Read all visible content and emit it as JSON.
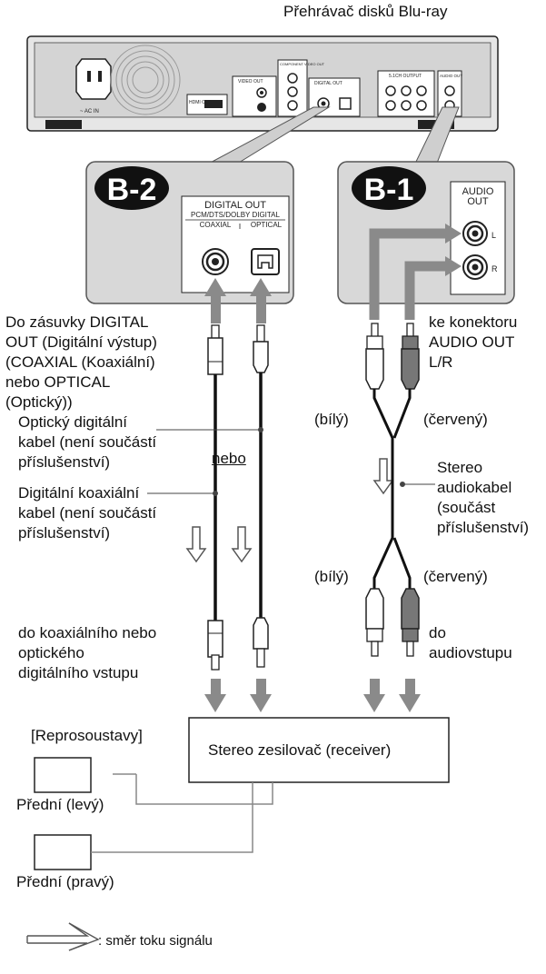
{
  "player": {
    "title": "Přehrávač disků Blu-ray",
    "ac_in": "~ AC IN",
    "hdmi": "HDMI OUT",
    "video_out": "VIDEO OUT",
    "component": "COMPONENT VIDEO OUT",
    "digital_out_small": "DIGITAL OUT",
    "multich": "5.1CH OUTPUT",
    "audio_out_small": "AUDIO OUT"
  },
  "panel_b2": {
    "badge": "B-2",
    "header1": "DIGITAL OUT",
    "header2": "PCM/DTS/DOLBY DIGITAL",
    "coaxial": "COAXIAL",
    "optical": "OPTICAL"
  },
  "panel_b1": {
    "badge": "B-1",
    "header1": "AUDIO",
    "header2": "OUT",
    "left": "L",
    "right": "R"
  },
  "labels": {
    "digital_out_desc": "Do zásuvky DIGITAL\nOUT (Digitální výstup)\n(COAXIAL (Koaxiální)\nnebo OPTICAL\n(Optický))",
    "optical_cable": "Optický digitální\nkabel (není součástí\npříslušenství)",
    "or": "nebo",
    "coax_cable": "Digitální koaxiální\nkabel (není součástí\npříslušenství)",
    "digital_input": "do koaxiálního nebo\noptického\ndigitálního vstupu",
    "audio_out_desc": "ke konektoru\nAUDIO OUT\nL/R",
    "white_top": "(bílý)",
    "red_top": "(červený)",
    "stereo_cable": "Stereo\naudiokabel\n(součást\npříslušenství)",
    "white_bottom": "(bílý)",
    "red_bottom": "(červený)",
    "audio_input": "do\naudiovstupu",
    "speakers": "[Reprosoustavy]",
    "receiver": "Stereo zesilovač (receiver)",
    "front_left": "Přední (levý)",
    "front_right": "Přední (pravý)",
    "legend": ": směr toku signálu"
  }
}
